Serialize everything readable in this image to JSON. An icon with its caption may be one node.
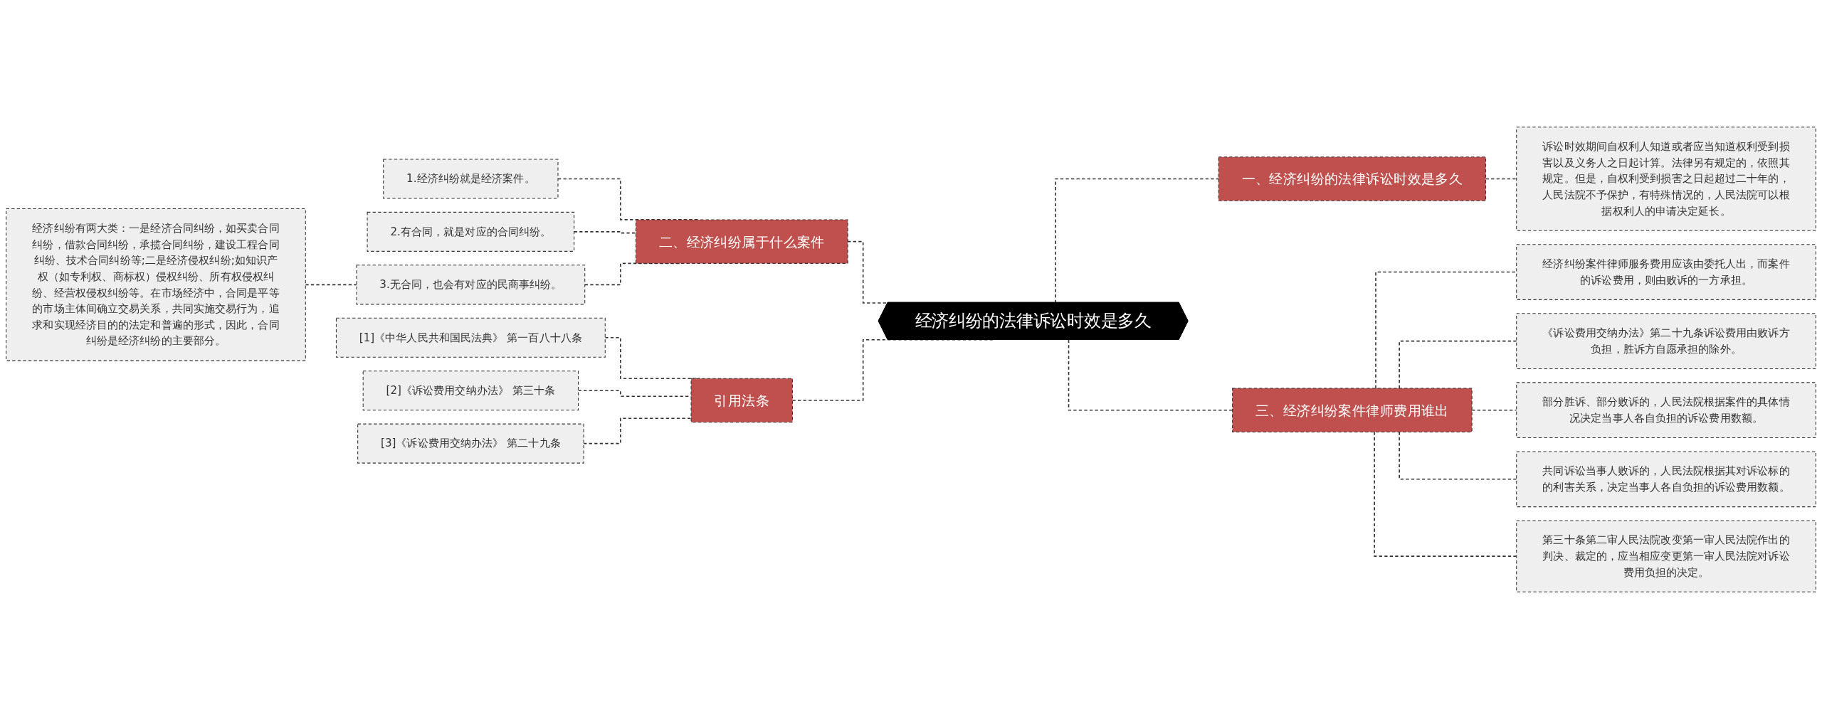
{
  "diagram": {
    "nodes": [
      {
        "text": [
          "经济纠纷的法律诉讼时效是多久"
        ]
      },
      {
        "text": [
          "一、经济纠纷的法律诉讼时效是多久"
        ]
      },
      {
        "text": [
          "诉讼时效期间自权利人知道或者应当知道权利受到损害以及义务人之日起计算。法律另有规定的，依照其规定。但是，自权利受到损害之日起超过二十年的，人民法院不予保护，有特殊情况的，人民法院可以根据权利人的申请决定延长。"
        ]
      },
      {
        "text": [
          "三、经济纠纷案件律师费用谁出"
        ]
      },
      {
        "text": [
          "经济纠纷案件律师服务费用应该由委托人出，而案件的诉讼费用，则由败诉的一方承担。"
        ]
      },
      {
        "text": [
          "《诉讼费用交纳办法》第二十九条诉讼费用由败诉方负担，胜诉方自愿承担的除外。"
        ]
      },
      {
        "text": [
          "部分胜诉、部分败诉的，人民法院根据案件的具体情况决定当事人各自负担的诉讼费用数额。"
        ]
      },
      {
        "text": [
          "共同诉讼当事人败诉的，人民法院根据其对诉讼标的的利害关系，决定当事人各自负担的诉讼费用数额。"
        ]
      },
      {
        "text": [
          "第三十条第二审人民法院改变第一审人民法院作出的判决、裁定的，应当相应变更第一审人民法院对诉讼费用负担的决定。"
        ]
      },
      {
        "text": [
          "二、经济纠纷属于什么案件"
        ]
      },
      {
        "text": [
          "1.经济纠纷就是经济案件。"
        ]
      },
      {
        "text": [
          "2.有合同，就是对应的合同纠纷。"
        ]
      },
      {
        "text": [
          "3.无合同，也会有对应的民商事纠纷。"
        ]
      },
      {
        "text": [
          "经济纠纷有两大类：一是经济合同纠纷，如买卖合同纠纷，借款合同纠纷，承揽合同纠纷，建设工程合同纠纷、技术合同纠纷等;二是经济侵权纠纷;如知识产权（如专利权、商标权）侵权纠纷、所有权侵权纠纷、经营权侵权纠纷等。在市场经济中，合同是平等的市场主体间确立交易关系，共同实施交易行为，追求和实现经济目的的法定和普遍的形式，因此，合同纠纷是经济纠纷的主要部分。"
        ]
      },
      {
        "text": [
          "引用法条"
        ]
      },
      {
        "text": [
          "[1]《中华人民共和国民法典》 第一百八十八条"
        ]
      },
      {
        "text": [
          "[2]《诉讼费用交纳办法》 第三十条"
        ]
      },
      {
        "text": [
          "[3]《诉讼费用交纳办法》 第二十九条"
        ]
      }
    ],
    "edges": [
      {
        "from": 0,
        "to": 1,
        "arrow": "none"
      },
      {
        "from": 1,
        "to": 2,
        "arrow": "none"
      },
      {
        "from": 0,
        "to": 3,
        "arrow": "none"
      },
      {
        "from": 3,
        "to": 4,
        "arrow": "none"
      },
      {
        "from": 3,
        "to": 5,
        "arrow": "none"
      },
      {
        "from": 3,
        "to": 6,
        "arrow": "none"
      },
      {
        "from": 3,
        "to": 7,
        "arrow": "none"
      },
      {
        "from": 3,
        "to": 8,
        "arrow": "none"
      },
      {
        "from": 0,
        "to": 9,
        "arrow": "none"
      },
      {
        "from": 9,
        "to": 10,
        "arrow": "none"
      },
      {
        "from": 9,
        "to": 11,
        "arrow": "none"
      },
      {
        "from": 9,
        "to": 12,
        "arrow": "none"
      },
      {
        "from": 12,
        "to": 13,
        "arrow": "none"
      },
      {
        "from": 0,
        "to": 14,
        "arrow": "none"
      },
      {
        "from": 14,
        "to": 15,
        "arrow": "none"
      },
      {
        "from": 14,
        "to": 16,
        "arrow": "none"
      },
      {
        "from": 14,
        "to": 17,
        "arrow": "none"
      }
    ]
  }
}
